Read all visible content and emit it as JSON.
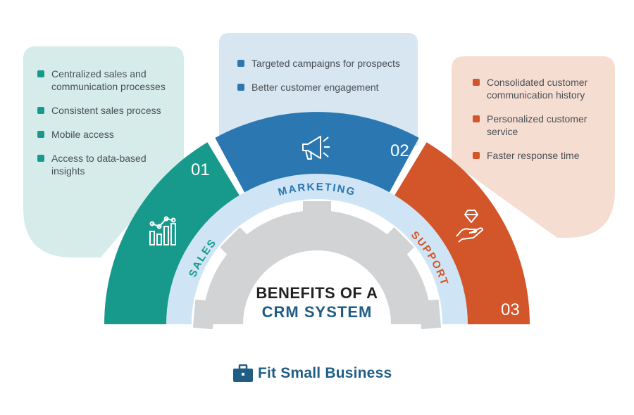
{
  "title": {
    "line1": "BENEFITS OF A",
    "line2": "CRM SYSTEM"
  },
  "colors": {
    "sales": "#17998b",
    "marketing": "#2a77b2",
    "support": "#d3552a",
    "sales_panel": "#d5ecea",
    "marketing_panel": "#d7e6f1",
    "support_panel": "#f6ddd2",
    "inner_ring": "#cfe5f5",
    "gear": "#d2d3d4",
    "title_dark": "#222222",
    "title_blue": "#1f5d86"
  },
  "segments": [
    {
      "key": "sales",
      "number": "01",
      "label": "SALES",
      "icon": "bar-chart-icon",
      "benefits": [
        "Centralized sales and communication processes",
        "Consistent sales process",
        "Mobile access",
        "Access to data-based insights"
      ]
    },
    {
      "key": "marketing",
      "number": "02",
      "label": "MARKETING",
      "icon": "megaphone-icon",
      "benefits": [
        "Targeted campaigns for prospects",
        "Better customer engagement"
      ]
    },
    {
      "key": "support",
      "number": "03",
      "label": "SUPPORT",
      "icon": "hand-diamond-icon",
      "benefits": [
        "Consolidated customer communication history",
        "Personalized customer service",
        "Faster response time"
      ]
    }
  ],
  "brand": {
    "name": "Fit Small Business",
    "icon": "briefcase-icon"
  }
}
